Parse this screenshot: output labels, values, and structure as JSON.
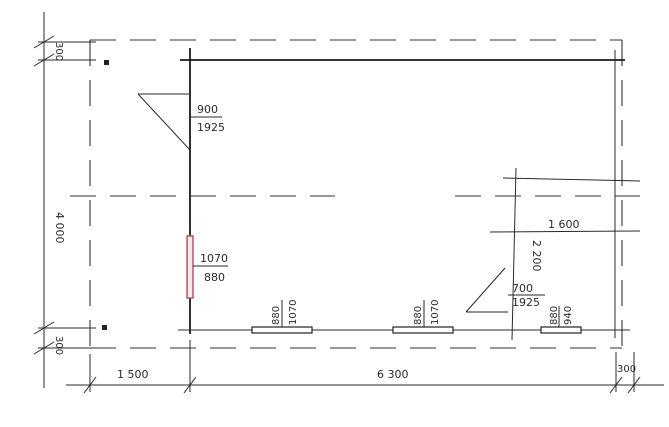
{
  "dimensions": {
    "left_top": "300",
    "left_middle": "4 000",
    "left_bottom": "300",
    "bottom_left": "1 500",
    "bottom_middle": "6 300",
    "bottom_right": "300",
    "alcove_width": "1 600",
    "alcove_depth": "2 200"
  },
  "doors": {
    "main": {
      "width": "900",
      "height": "1925"
    },
    "alcove": {
      "width": "700",
      "height": "1925"
    }
  },
  "windows": {
    "left_wall": {
      "width": "1070",
      "height": "880"
    },
    "bottom_1": {
      "width": "1070",
      "height": "880"
    },
    "bottom_2": {
      "width": "1070",
      "height": "880"
    },
    "bottom_3": {
      "width": "940",
      "height": "880"
    }
  }
}
